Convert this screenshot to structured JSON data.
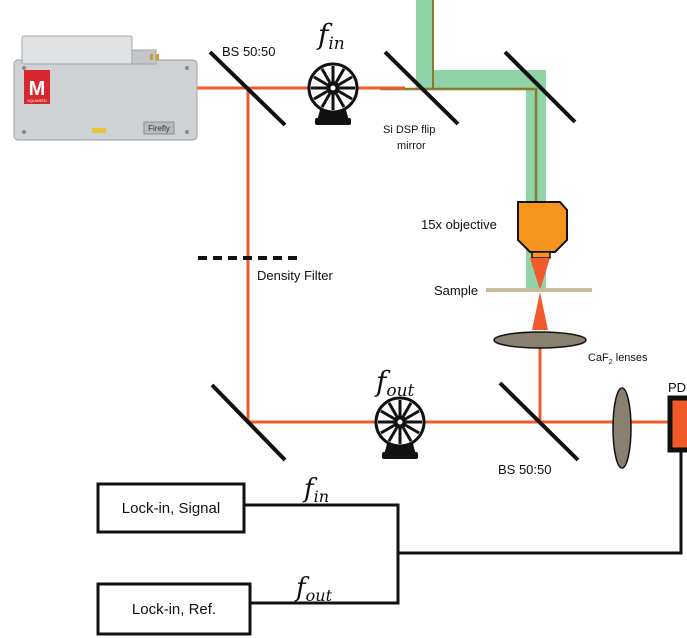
{
  "laser": {
    "brand_letter": "M",
    "brand_sub": "SQUARED",
    "model": "Firefly"
  },
  "labels": {
    "bs_top": "BS 50:50",
    "bs_bottom": "BS 50:50",
    "flip_mirror_line1": "Si DSP flip",
    "flip_mirror_line2": "mirror",
    "objective": "15x objective",
    "sample": "Sample",
    "density_filter": "Density Filter",
    "caf2_prefix": "CaF",
    "caf2_sub": "2",
    "caf2_suffix": " lenses",
    "pd": "PD"
  },
  "frequencies": {
    "f": "f",
    "in_sub": "in",
    "out_sub": "out"
  },
  "lockin": {
    "signal": "Lock-in, Signal",
    "ref": "Lock-in, Ref."
  },
  "colors": {
    "beam": "#f15a2b",
    "green_beam": "#8fd3a7",
    "olive": "#8a7a2a",
    "objective": "#f7941d",
    "sample": "#c8bba0",
    "lens": "#8a8070",
    "wire": "#111111"
  }
}
